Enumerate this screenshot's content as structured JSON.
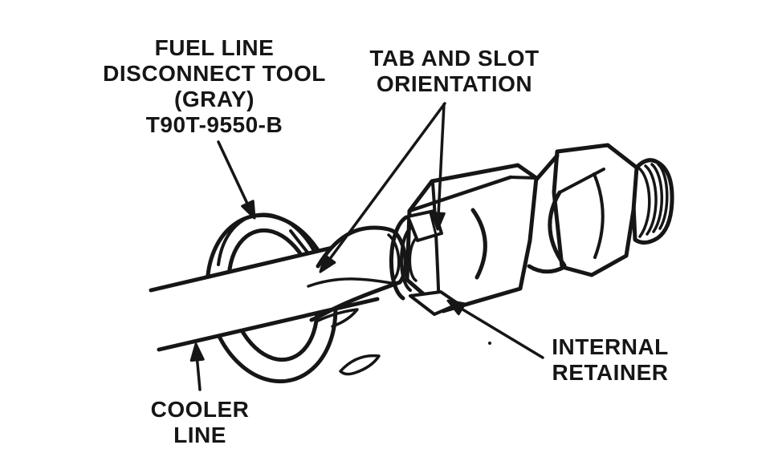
{
  "page": {
    "background_color": "#ffffff",
    "ink_color": "#161616",
    "kind": "technical line-art illustration"
  },
  "diagram": {
    "labels": {
      "disconnect_tool": {
        "lines": [
          "FUEL LINE",
          "DISCONNECT TOOL",
          "(GRAY)",
          "T90T-9550-B"
        ]
      },
      "tab_and_slot": {
        "lines": [
          "TAB AND SLOT",
          "ORIENTATION"
        ]
      },
      "internal_retainer": {
        "lines": [
          "INTERNAL",
          "RETAINER"
        ]
      },
      "cooler_line": {
        "lines": [
          "COOLER",
          "LINE"
        ]
      }
    },
    "parts": [
      "disconnect-tool-ring",
      "cooler-line-tube",
      "tool-nose-cup",
      "internal-retainer-ring",
      "fitting-hex-nut-front",
      "fitting-hex-nut-rear",
      "fitting-threaded-end"
    ]
  }
}
